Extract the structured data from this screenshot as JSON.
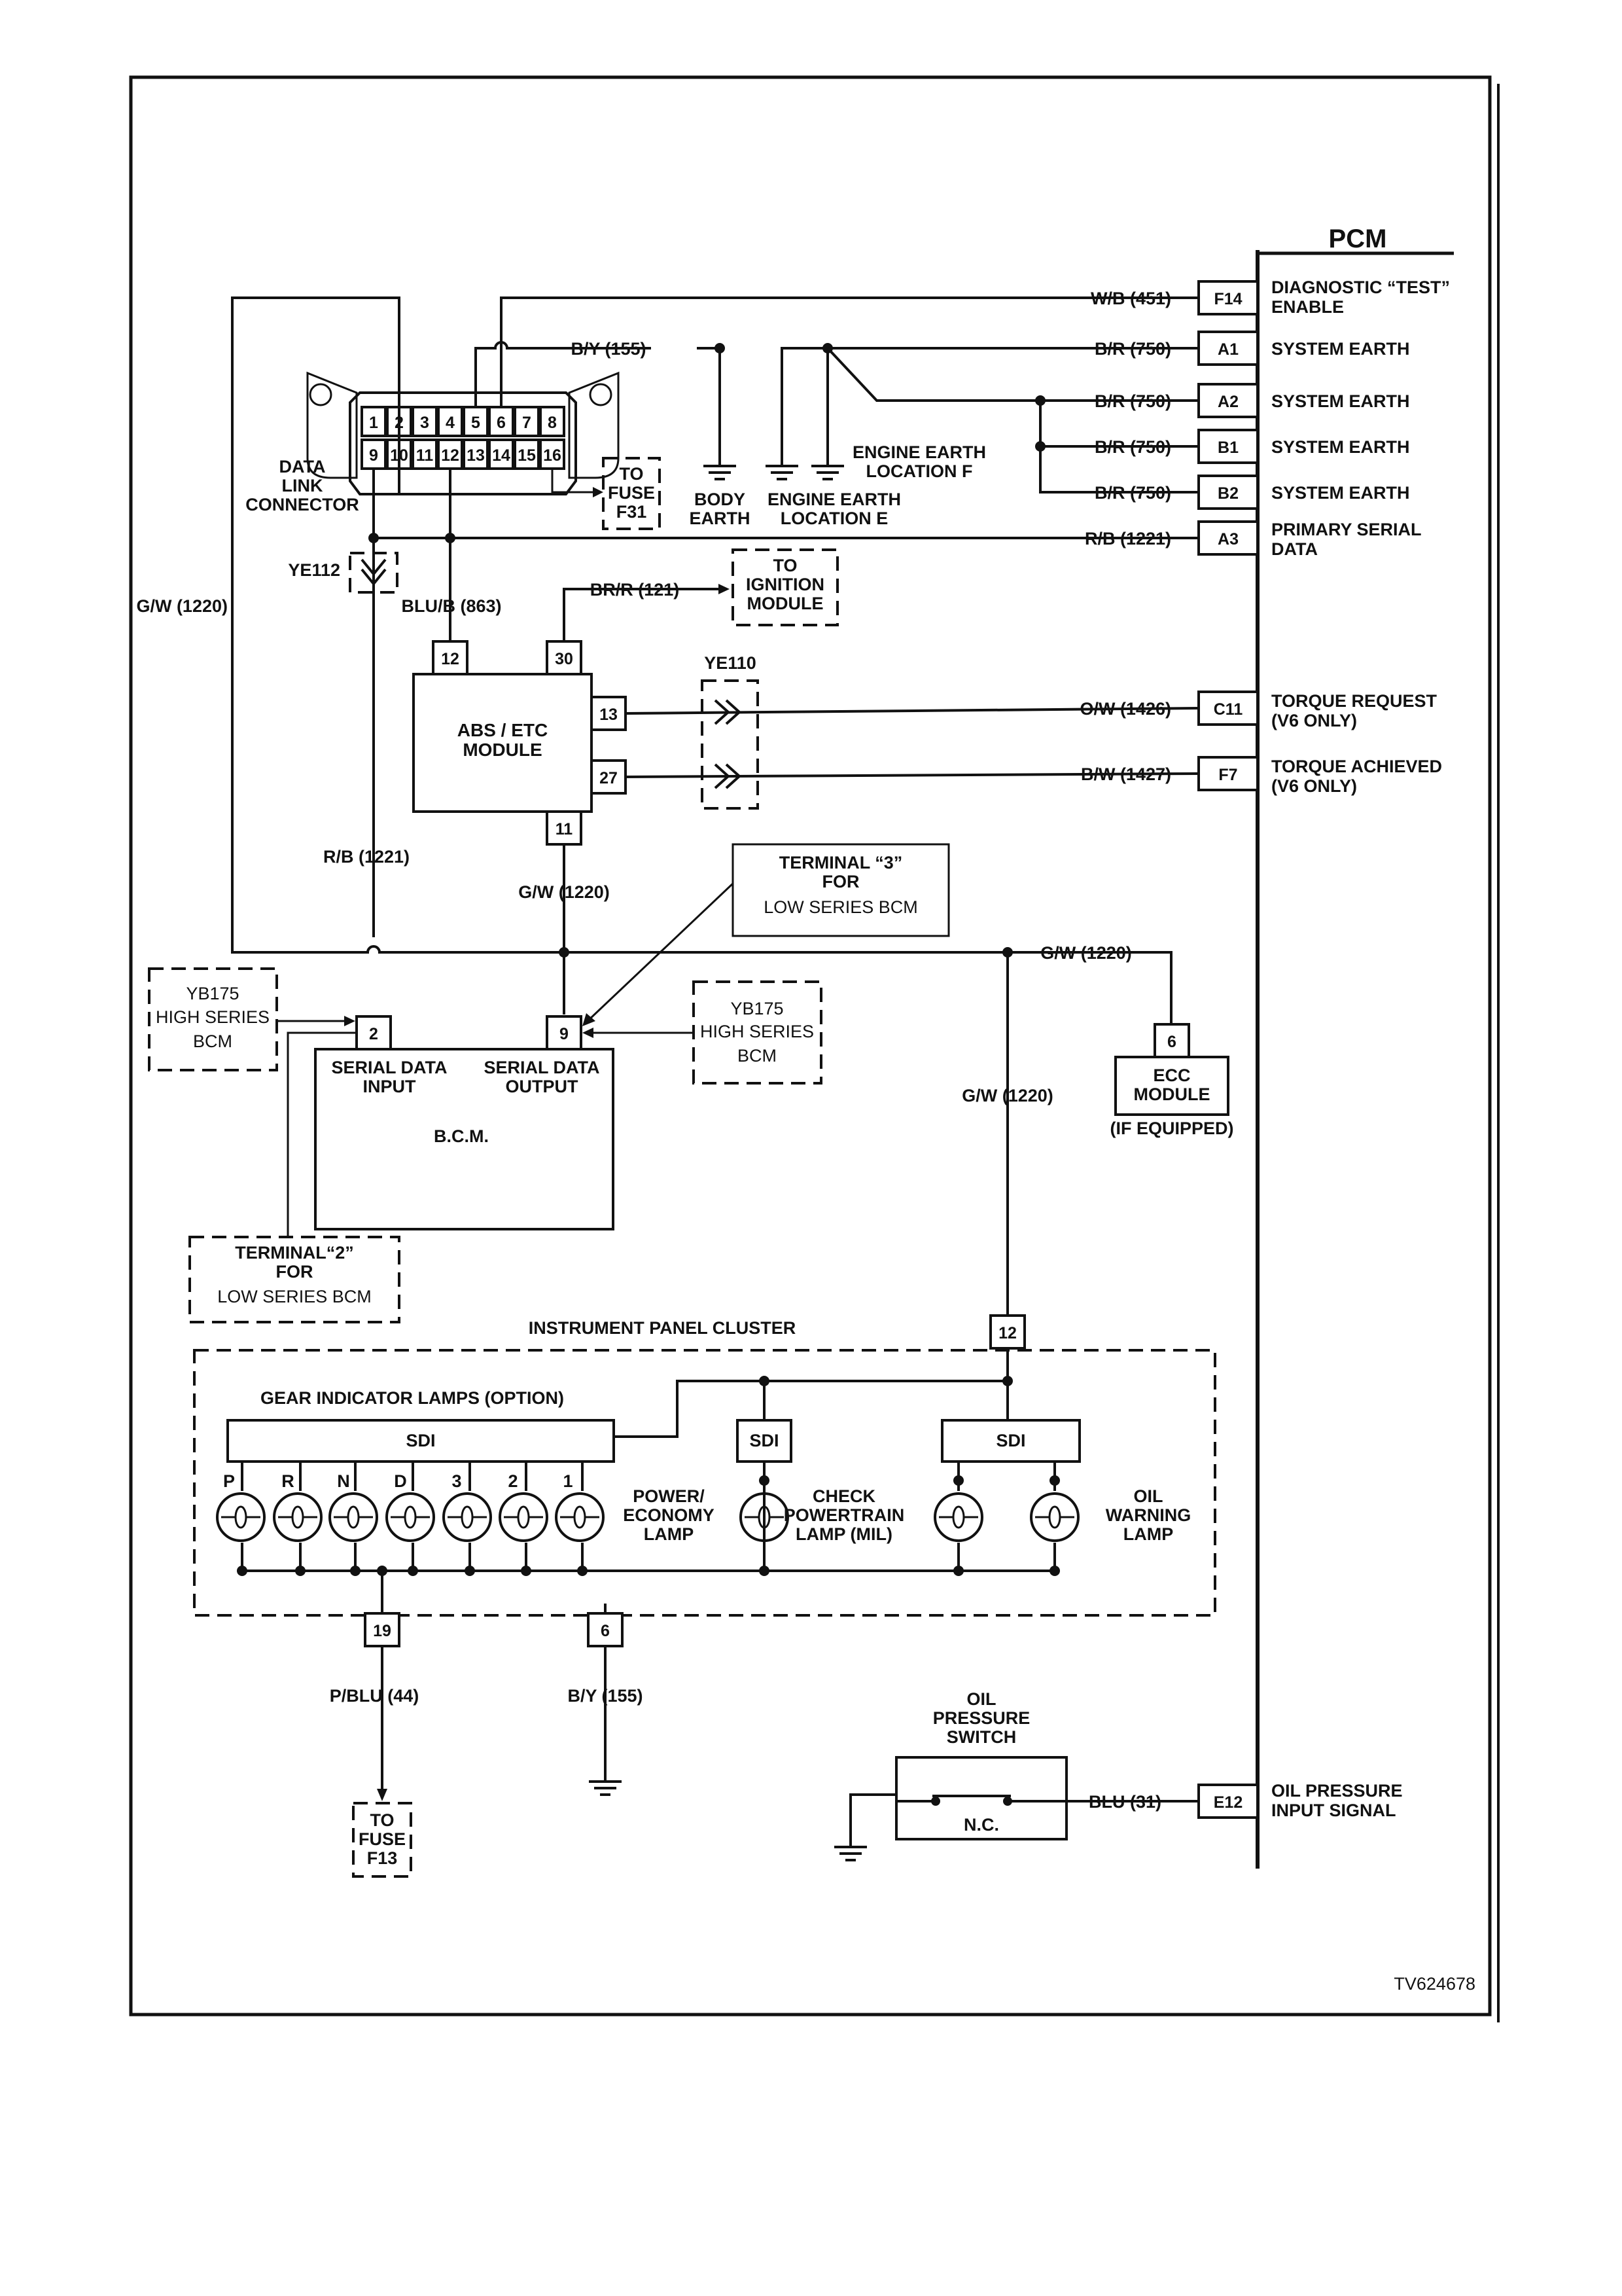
{
  "pcm": {
    "title": "PCM",
    "pins": [
      {
        "pin": "F14",
        "wire": "W/B (451)",
        "desc": [
          "DIAGNOSTIC “TEST”",
          "ENABLE"
        ]
      },
      {
        "pin": "A1",
        "wire": "B/R (750)",
        "desc": [
          "SYSTEM EARTH"
        ]
      },
      {
        "pin": "A2",
        "wire": "B/R (750)",
        "desc": [
          "SYSTEM EARTH"
        ]
      },
      {
        "pin": "B1",
        "wire": "B/R (750)",
        "desc": [
          "SYSTEM EARTH"
        ]
      },
      {
        "pin": "B2",
        "wire": "B/R (750)",
        "desc": [
          "SYSTEM EARTH"
        ]
      },
      {
        "pin": "A3",
        "wire": "R/B (1221)",
        "desc": [
          "PRIMARY SERIAL",
          "DATA"
        ]
      },
      {
        "pin": "C11",
        "wire": "O/W (1426)",
        "desc": [
          "TORQUE REQUEST",
          "(V6 ONLY)"
        ]
      },
      {
        "pin": "F7",
        "wire": "B/W (1427)",
        "desc": [
          "TORQUE ACHIEVED",
          "(V6 ONLY)"
        ]
      },
      {
        "pin": "E12",
        "wire": "BLU (31)",
        "desc": [
          "OIL PRESSURE",
          "INPUT SIGNAL"
        ]
      }
    ]
  },
  "dlc": {
    "label": [
      "DATA",
      "LINK",
      "CONNECTOR"
    ],
    "pins_top": [
      "1",
      "2",
      "3",
      "4",
      "5",
      "6",
      "7",
      "8"
    ],
    "pins_bottom": [
      "9",
      "10",
      "11",
      "12",
      "13",
      "14",
      "15",
      "16"
    ],
    "fuse": [
      "TO",
      "FUSE",
      "F31"
    ]
  },
  "earths": {
    "body": [
      "BODY",
      "EARTH"
    ],
    "engine_e": [
      "ENGINE EARTH",
      "LOCATION E"
    ],
    "engine_f": [
      "ENGINE EARTH",
      "LOCATION F"
    ]
  },
  "wires": {
    "by155": "B/Y (155)",
    "gw1220": "G/W (1220)",
    "blub863": "BLU/B (863)",
    "brr121": "BR/R (121)",
    "rb1221": "R/B (1221)",
    "pblu44": "P/BLU (44)"
  },
  "connectors": {
    "ye112": "YE112",
    "ye110": "YE110"
  },
  "ignition": [
    "TO",
    "IGNITION",
    "MODULE"
  ],
  "abs": {
    "title": [
      "ABS / ETC",
      "MODULE"
    ],
    "pins": [
      "12",
      "30",
      "13",
      "27",
      "11"
    ]
  },
  "terminal3": [
    "TERMINAL “3”",
    "FOR",
    "LOW SERIES BCM"
  ],
  "terminal2": [
    "TERMINAL“2”",
    "FOR",
    "LOW SERIES BCM"
  ],
  "yb175": [
    "YB175",
    "HIGH SERIES",
    "BCM"
  ],
  "bcm": {
    "title": "B.C.M.",
    "pin_in": "2",
    "pin_out": "9",
    "input": [
      "SERIAL DATA",
      "INPUT"
    ],
    "output": [
      "SERIAL DATA",
      "OUTPUT"
    ]
  },
  "ecc": {
    "pin": "6",
    "title": [
      "ECC",
      "MODULE"
    ],
    "note": "(IF EQUIPPED)"
  },
  "ipc": {
    "title": "INSTRUMENT PANEL CLUSTER",
    "gear_title": "GEAR INDICATOR LAMPS (OPTION)",
    "sdi": "SDI",
    "gears": [
      "P",
      "R",
      "N",
      "D",
      "3",
      "2",
      "1"
    ],
    "power": [
      "POWER/",
      "ECONOMY",
      "LAMP"
    ],
    "check": [
      "CHECK",
      "POWERTRAIN",
      "LAMP (MIL)"
    ],
    "oil": [
      "OIL",
      "WARNING",
      "LAMP"
    ],
    "pin12": "12",
    "pin19": "19",
    "pin6": "6"
  },
  "fuse13": [
    "TO",
    "FUSE",
    "F13"
  ],
  "oil_switch": {
    "title": [
      "OIL",
      "PRESSURE",
      "SWITCH"
    ],
    "state": "N.C."
  },
  "ref": "TV624678"
}
